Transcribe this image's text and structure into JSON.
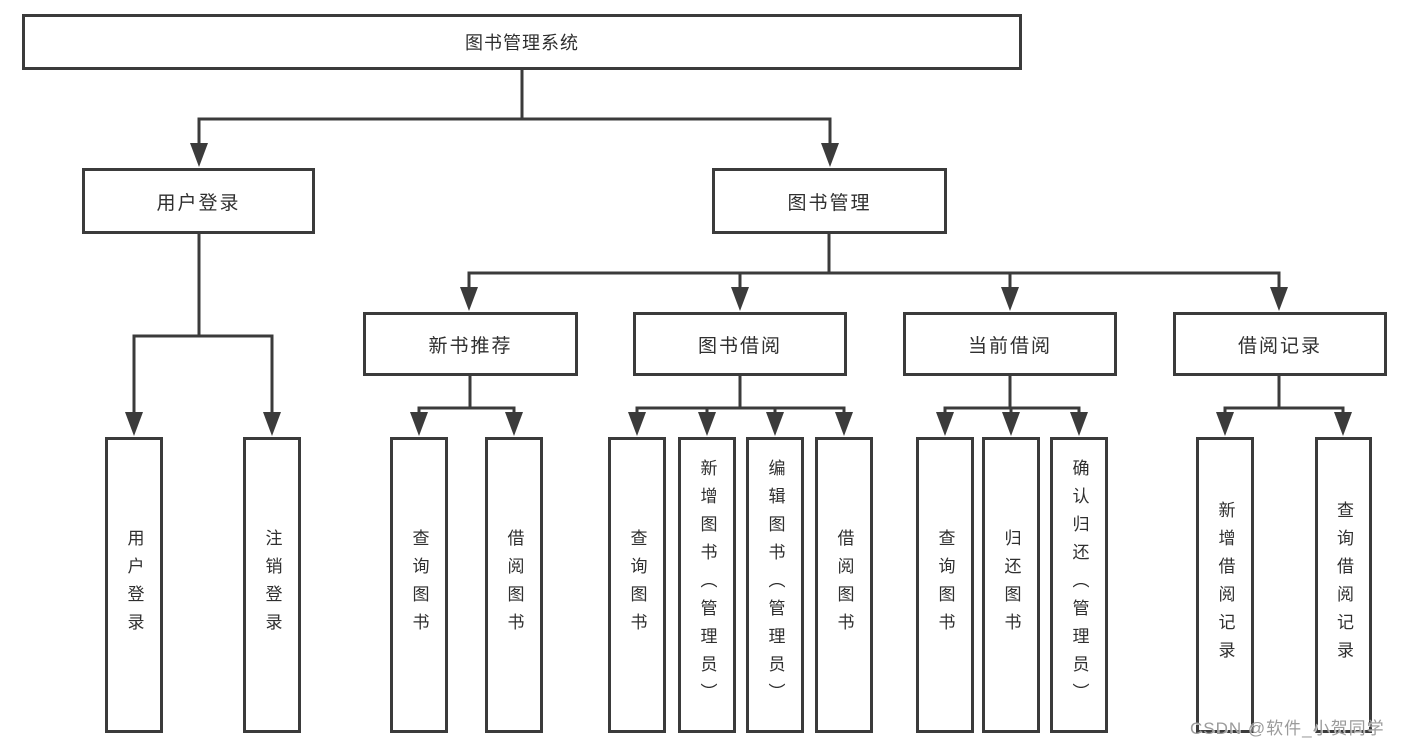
{
  "colors": {
    "line": "#3b3b3b",
    "box_border": "#3b3b3b",
    "text": "#2f2f2f",
    "watermark": "#9b9b9b",
    "background": "#ffffff"
  },
  "watermark": {
    "text": "CSDN @软件_小贺同学"
  },
  "tree": {
    "label": "图书管理系统",
    "children": [
      {
        "label": "用户登录",
        "children": [
          {
            "label": "用户登录"
          },
          {
            "label": "注销登录"
          }
        ]
      },
      {
        "label": "图书管理",
        "children": [
          {
            "label": "新书推荐",
            "children": [
              {
                "label": "查询图书"
              },
              {
                "label": "借阅图书"
              }
            ]
          },
          {
            "label": "图书借阅",
            "children": [
              {
                "label": "查询图书"
              },
              {
                "label": "新增图书（管理员）"
              },
              {
                "label": "编辑图书（管理员）"
              },
              {
                "label": "借阅图书"
              }
            ]
          },
          {
            "label": "当前借阅",
            "children": [
              {
                "label": "查询图书"
              },
              {
                "label": "归还图书"
              },
              {
                "label": "确认归还（管理员）"
              }
            ]
          },
          {
            "label": "借阅记录",
            "children": [
              {
                "label": "新增借阅记录"
              },
              {
                "label": "查询借阅记录"
              }
            ]
          }
        ]
      }
    ]
  }
}
